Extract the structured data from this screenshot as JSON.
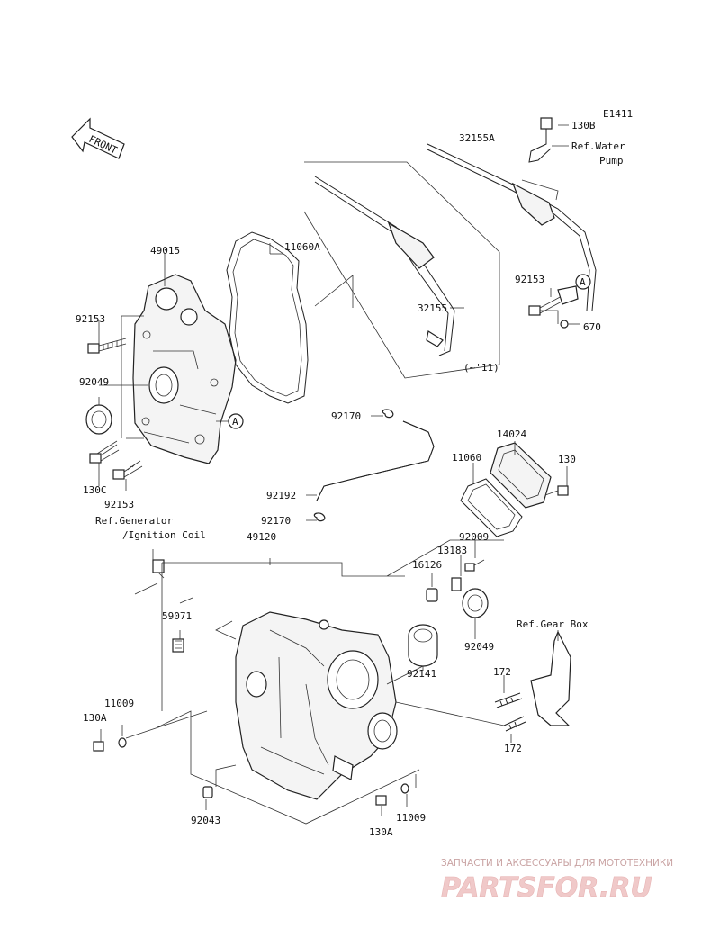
{
  "diagram_code": "E1411",
  "front_label": "FRONT",
  "callout_letter": "A",
  "labels": {
    "p49015": "49015",
    "p11060a": "11060A",
    "p92153_a": "92153",
    "p92049_a": "92049",
    "p130c": "130C",
    "p92153_b": "92153",
    "p32155a": "32155A",
    "p130b": "130B",
    "ref_water_1": "Ref.Water",
    "ref_water_2": "Pump",
    "p92153_c": "92153",
    "p670": "670",
    "p32155": "32155",
    "note_11": "(~'11)",
    "p92170_a": "92170",
    "p14024": "14024",
    "p11060": "11060",
    "p130": "130",
    "p92192": "92192",
    "p92170_b": "92170",
    "ref_gen_1": "Ref.Generator",
    "ref_gen_2": "/Ignition Coil",
    "p49120": "49120",
    "p92009": "92009",
    "p13183": "13183",
    "p16126": "16126",
    "p59071": "59071",
    "p92049_b": "92049",
    "ref_gear": "Ref.Gear Box",
    "p92141": "92141",
    "p172_a": "172",
    "p11009_a": "11009",
    "p130a_a": "130A",
    "p172_b": "172",
    "p92043": "92043",
    "p11009_b": "11009",
    "p130a_b": "130A"
  },
  "watermark": {
    "top": "ЗАПЧАСТИ И АКСЕССУАРЫ ДЛЯ МОТОТЕХНИКИ",
    "main": "PARTSFOR.RU"
  }
}
